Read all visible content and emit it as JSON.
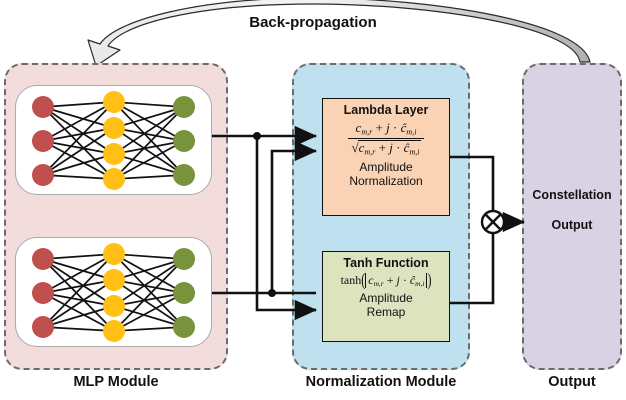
{
  "diagram": {
    "backprop_label": "Back-propagation",
    "modules": [
      {
        "name": "mlp",
        "label": "MLP Module",
        "color": "#f2dcdc"
      },
      {
        "name": "normalization",
        "label": "Normalization Module",
        "color": "#bfe0ef"
      },
      {
        "name": "output",
        "label": "Output",
        "color": "#d9d2e4"
      }
    ],
    "mlp": {
      "networks": 2,
      "layers": [
        3,
        4,
        3
      ],
      "node_colors": {
        "input": "#c0504d",
        "hidden": "#ffbf14",
        "output": "#77933c"
      }
    },
    "lambda_box": {
      "title": "Lambda Layer",
      "formula_numerator": "c_{m,r} + j · ĉ_{m,i}",
      "formula_denominator": "√( c_{m,r} + j · ĉ_{m,i} )",
      "caption_line1": "Amplitude",
      "caption_line2": "Normalization",
      "fill": "#fad3b4"
    },
    "tanh_box": {
      "title": "Tanh Function",
      "formula": "tanh( |c_{m,r} + j · ĉ_{m,i}| )",
      "caption_line1": "Amplitude",
      "caption_line2": "Remap",
      "fill": "#dde3bf"
    },
    "output_box": {
      "line1": "Constellation",
      "line2": "Output"
    },
    "operator": {
      "symbol": "⊗",
      "name": "multiply"
    }
  }
}
